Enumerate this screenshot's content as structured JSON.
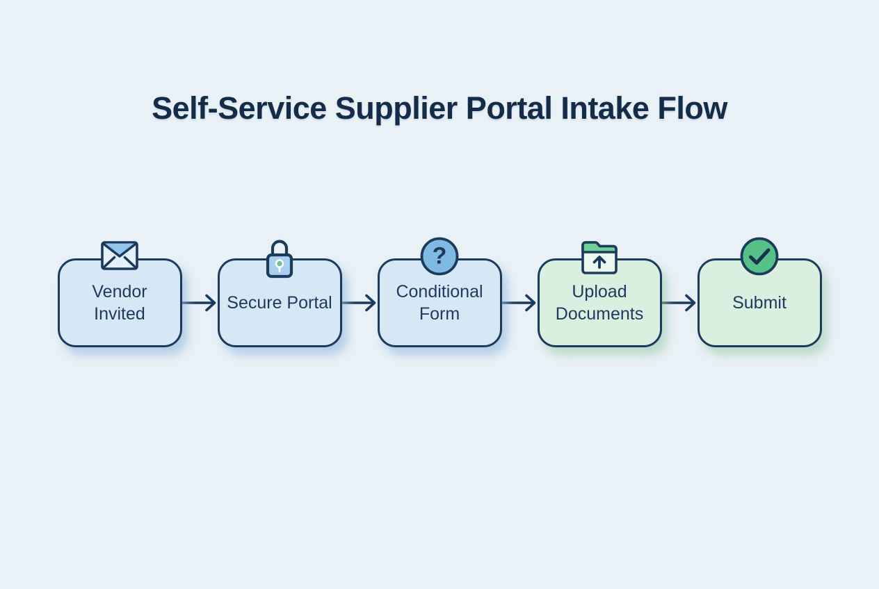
{
  "title": "Self-Service Supplier Portal Intake Flow",
  "colors": {
    "background": "#e9f1f7",
    "outline": "#1c3a5c",
    "label_text": "#1d3a5e",
    "blue_box_fill": "#d6e7f6",
    "green_box_fill": "#d9efdf",
    "envelope_flap_blue": "#93c6ec",
    "lock_body_blue": "#a9cff1",
    "question_circle_blue": "#7fb9e4",
    "folder_tab_green": "#6fcf97",
    "check_circle_green": "#55c187"
  },
  "steps": [
    {
      "label": "Vendor Invited",
      "icon": "envelope-icon",
      "variant": "blue"
    },
    {
      "label": "Secure Portal",
      "icon": "lock-icon",
      "variant": "blue"
    },
    {
      "label": "Conditional Form",
      "icon": "question-icon",
      "variant": "blue"
    },
    {
      "label": "Upload Documents",
      "icon": "folder-upload-icon",
      "variant": "green"
    },
    {
      "label": "Submit",
      "icon": "check-icon",
      "variant": "green"
    }
  ]
}
